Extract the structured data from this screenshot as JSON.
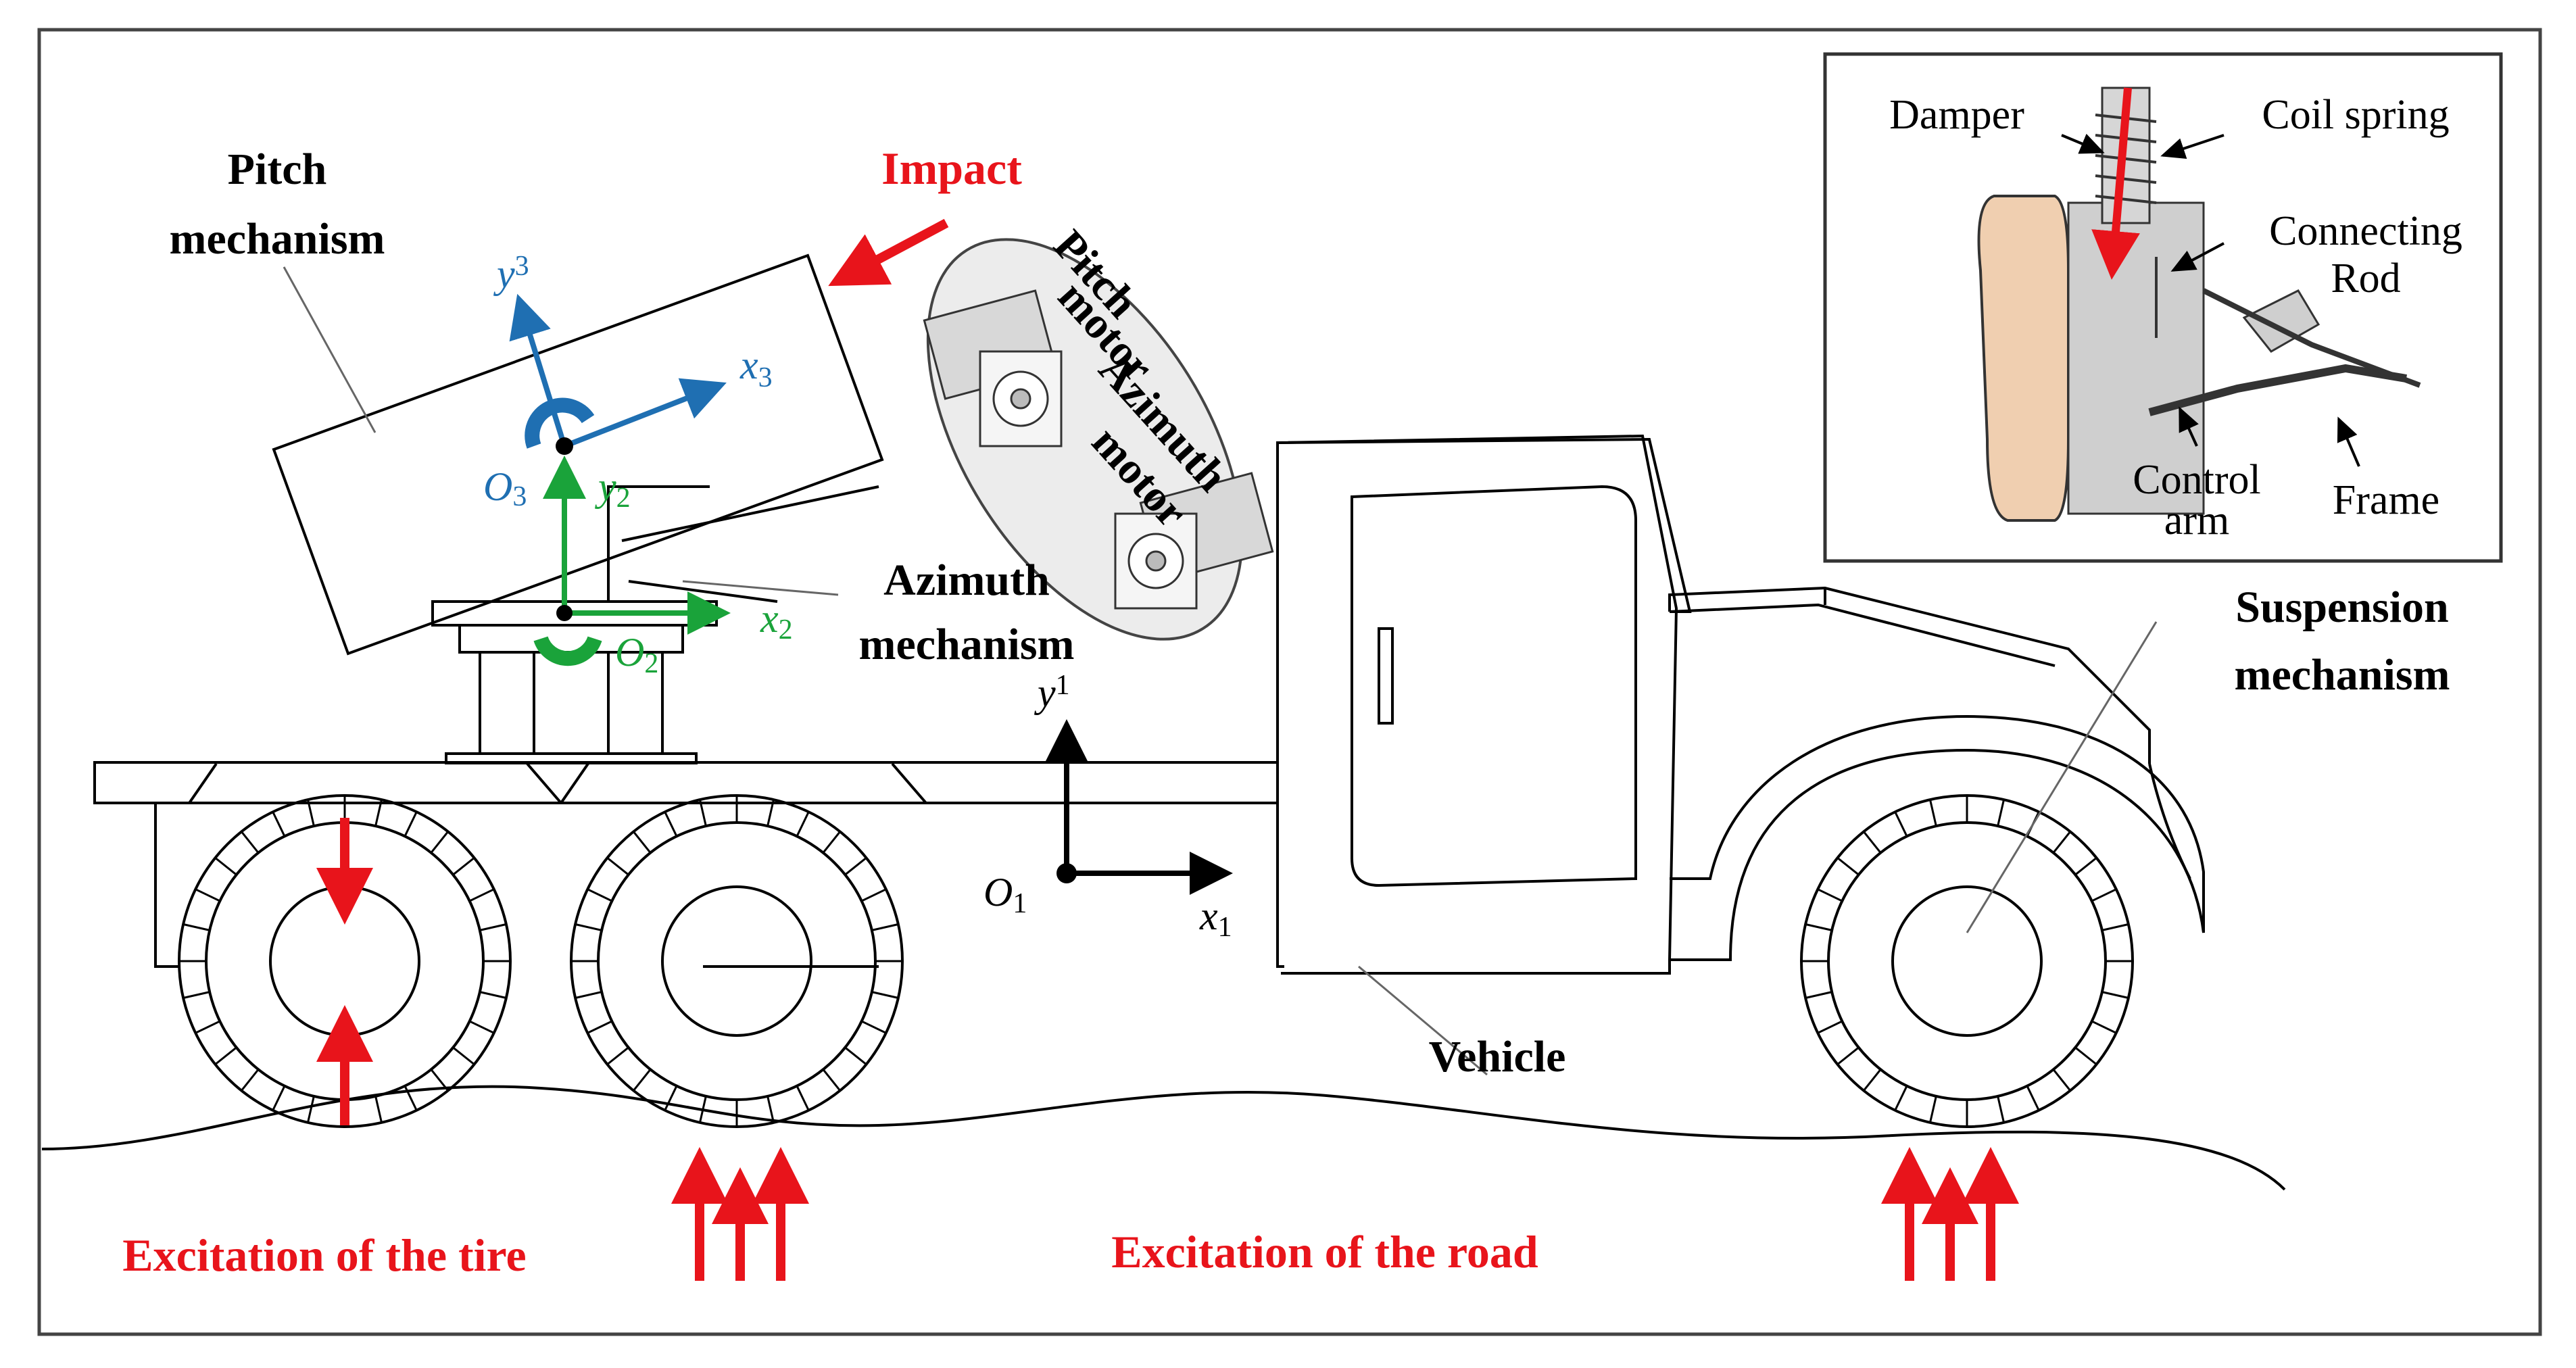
{
  "labels": {
    "pitch_mechanism_1": "Pitch",
    "pitch_mechanism_2": "mechanism",
    "impact": "Impact",
    "pitch_motor_1": "Pitch",
    "pitch_motor_2": "motor",
    "azimuth_motor_1": "Azimuth",
    "azimuth_motor_2": "motor",
    "azimuth_mechanism_1": "Azimuth",
    "azimuth_mechanism_2": "mechanism",
    "vehicle": "Vehicle",
    "suspension_mechanism_1": "Suspension",
    "suspension_mechanism_2": "mechanism",
    "excitation_tire": "Excitation of the tire",
    "excitation_road": "Excitation of the road",
    "damper": "Damper",
    "coil_spring": "Coil spring",
    "connecting_rod_1": "Connecting",
    "connecting_rod_2": "Rod",
    "control_arm_1": "Control",
    "control_arm_2": "arm",
    "frame": "Frame"
  },
  "axes": {
    "y3": "y",
    "y3_sub": "3",
    "x3": "x",
    "x3_sub": "3",
    "o3": "O",
    "o3_sub": "3",
    "y2": "y",
    "y2_sub": "2",
    "x2": "x",
    "x2_sub": "2",
    "o2": "O",
    "o2_sub": "2",
    "y1": "y",
    "y1_sub": "1",
    "x1": "x",
    "x1_sub": "1",
    "o1": "O",
    "o1_sub": "1"
  },
  "colors": {
    "frame3": "#1f6fb2",
    "frame2": "#1aa33a",
    "frame1": "#000000",
    "excitation": "#e8141b"
  }
}
